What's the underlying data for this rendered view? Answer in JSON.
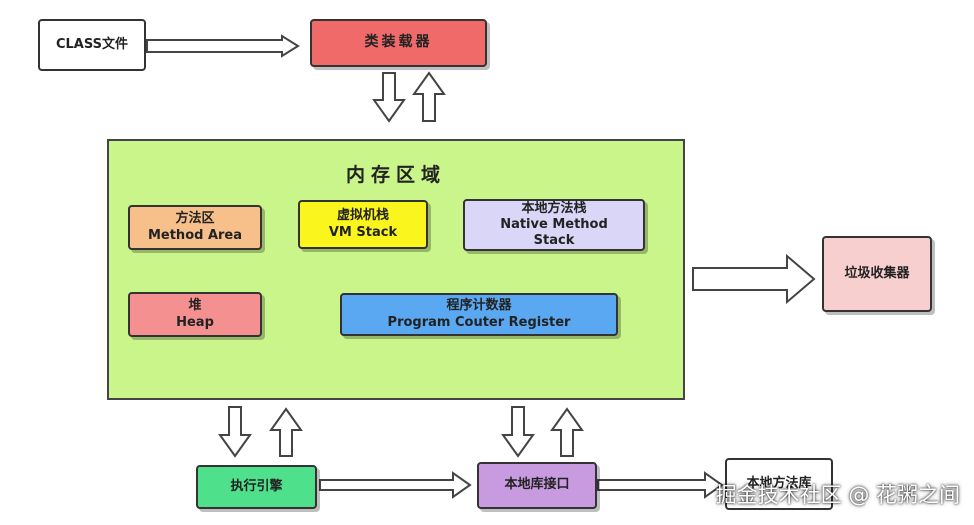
{
  "nodes": {
    "class_file": "CLASS文件",
    "class_loader": "类装载器",
    "memory_area": "内存区域",
    "method_area": [
      "方法区",
      "Method Area"
    ],
    "vm_stack": [
      "虚拟机栈",
      "VM Stack"
    ],
    "native_stack": [
      "本地方法栈",
      "Native Method",
      "Stack"
    ],
    "heap": [
      "堆",
      "Heap"
    ],
    "pc_register": [
      "程序计数器",
      "Program Couter Register"
    ],
    "gc": "垃圾收集器",
    "exec_engine": "执行引擎",
    "native_interface": "本地库接口",
    "native_library": "本地方法库"
  },
  "colors": {
    "class_loader": "#f06a6a",
    "memory": "#c9f58a",
    "method_area": "#f7c08a",
    "vm_stack": "#fbf51e",
    "native_stack": "#d9d6f7",
    "heap": "#f59090",
    "pc_register": "#5aa8f2",
    "gc": "#f7cfcf",
    "exec_engine": "#4ee08a",
    "native_interface": "#c89ae0"
  },
  "watermark": "掘金技术社区 @ 花粥之间"
}
